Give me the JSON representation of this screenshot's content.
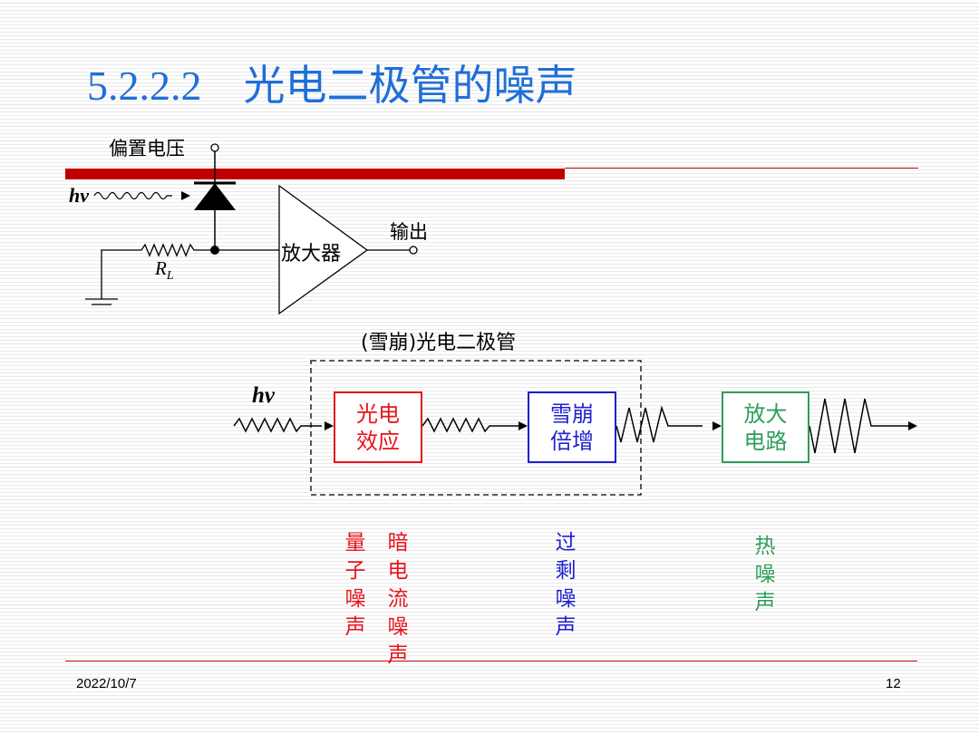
{
  "slide": {
    "title": "5.2.2.2　光电二极管的噪声",
    "date": "2022/10/7",
    "page_number": "12"
  },
  "circuit": {
    "bias_label": "偏置电压",
    "light_label": "hv",
    "resistor_label": "R",
    "resistor_subscript": "L",
    "amplifier_label": "放大器",
    "output_label": "输出"
  },
  "block_diagram": {
    "group_label": "(雪崩)光电二极管",
    "input_label": "hv",
    "blocks": [
      {
        "line1": "光电",
        "line2": "效应",
        "color": "#e8141c"
      },
      {
        "line1": "雪崩",
        "line2": "倍增",
        "color": "#1f1fd0"
      },
      {
        "line1": "放大",
        "line2": "电路",
        "color": "#2e9e5b"
      }
    ],
    "noise_labels": [
      {
        "text": "量子噪声",
        "color": "#e8141c"
      },
      {
        "text": "暗电流噪声",
        "color": "#e8141c"
      },
      {
        "text": "过剩噪声",
        "color": "#1f1fd0"
      },
      {
        "text": "热噪声",
        "color": "#2e9e5b"
      }
    ]
  }
}
